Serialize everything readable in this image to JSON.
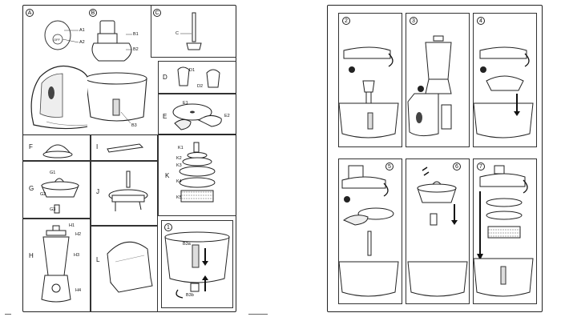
{
  "left_page": {
    "panels": {
      "A": {
        "letter": "A",
        "parts": [
          "A1",
          "A2"
        ],
        "dial": "OFF"
      },
      "B": {
        "letter": "B",
        "parts": [
          "B1",
          "B2",
          "B3"
        ]
      },
      "C": {
        "letter": "C",
        "parts": [
          "C"
        ]
      },
      "D": {
        "letter": "D",
        "parts": [
          "D1",
          "D2"
        ]
      },
      "E": {
        "letter": "E",
        "parts": [
          "E1",
          "E2"
        ]
      },
      "F": {
        "letter": "F"
      },
      "G": {
        "letter": "G",
        "parts": [
          "G1",
          "G2",
          "G3"
        ]
      },
      "H": {
        "letter": "H",
        "parts": [
          "H1",
          "H2",
          "H3",
          "H4"
        ]
      },
      "I": {
        "letter": "I"
      },
      "J": {
        "letter": "J"
      },
      "K": {
        "letter": "K",
        "parts": [
          "K1",
          "K2",
          "K3",
          "K4",
          "K5"
        ]
      },
      "L": {
        "letter": "L"
      },
      "step1": {
        "number": "1",
        "parts": [
          "B3a",
          "B3b"
        ]
      }
    }
  },
  "right_page": {
    "steps": [
      "2",
      "3",
      "4",
      "5",
      "6",
      "7"
    ]
  }
}
